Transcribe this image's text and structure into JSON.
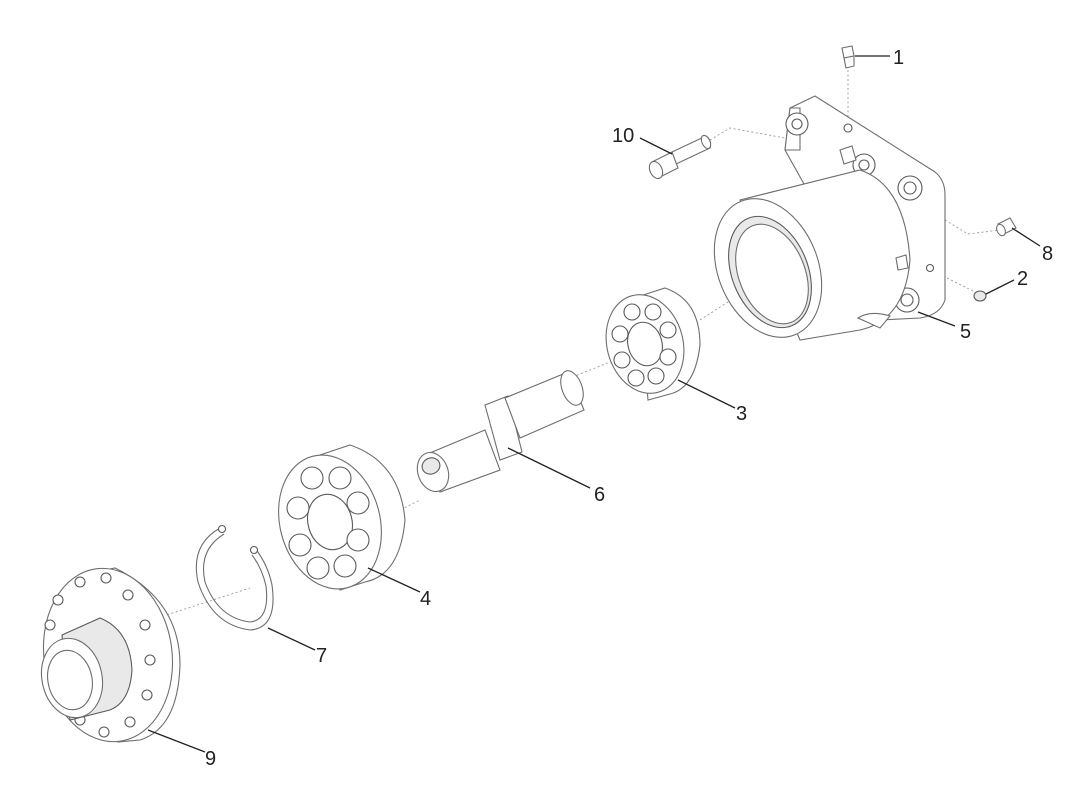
{
  "callouts": {
    "c1": "1",
    "c2": "2",
    "c3": "3",
    "c4": "4",
    "c5": "5",
    "c6": "6",
    "c7": "7",
    "c8": "8",
    "c9": "9",
    "c10": "10"
  },
  "colors": {
    "line": "#6e6e6e",
    "leader": "#222222",
    "background": "#ffffff"
  }
}
